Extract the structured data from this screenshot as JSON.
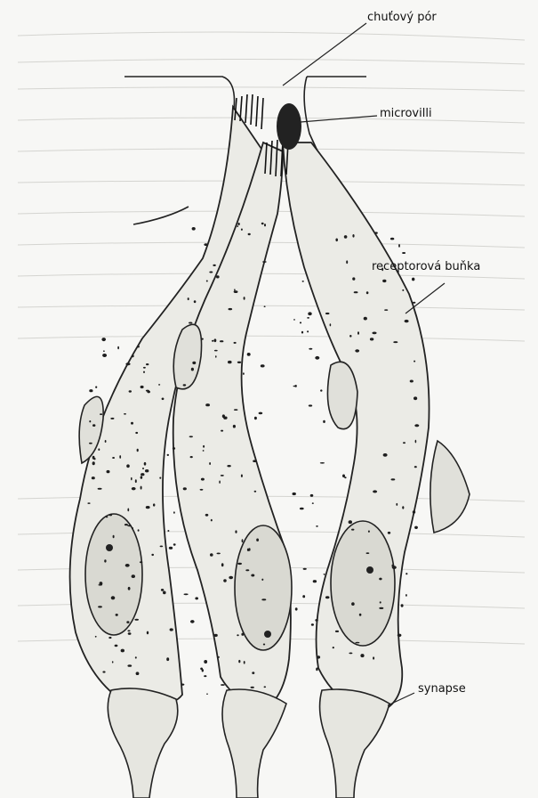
{
  "labels": {
    "pore": "chuťový pór",
    "microvilli": "microvilli",
    "receptor_cell": "receptorová buňka",
    "synapse": "synapse"
  }
}
